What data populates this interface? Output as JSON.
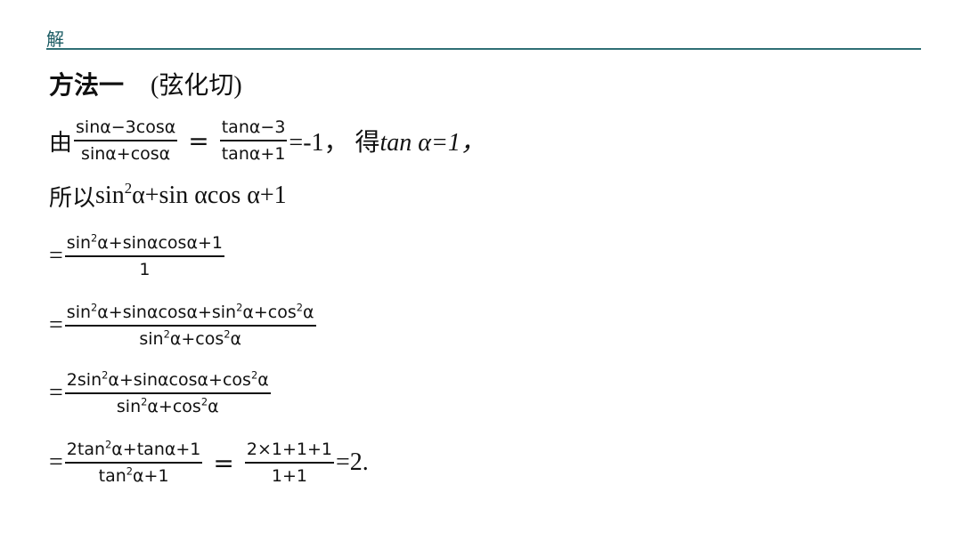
{
  "header": {
    "label": "解"
  },
  "method": {
    "title": "方法一",
    "subtitle": "(弦化切)"
  },
  "line1": {
    "prefix": "由",
    "f1_num": "sinα−3cosα",
    "f1_den": "sinα+cosα",
    "eq": "=",
    "f2_num": "tanα−3",
    "f2_den": "tanα+1",
    "tail_a": "=-1， 得",
    "tail_b": "tan α=1，"
  },
  "line2": {
    "prefix": "所以",
    "expr": "sin²α+sin αcos α+1"
  },
  "step1": {
    "eq": "=",
    "num": "sin²α+sinαcosα+1",
    "den": "1"
  },
  "step2": {
    "eq": "=",
    "num": "sin²α+sinαcosα+sin²α+cos²α",
    "den": "sin²α+cos²α"
  },
  "step3": {
    "eq": "=",
    "num": "2sin²α+sinαcosα+cos²α",
    "den": "sin²α+cos²α"
  },
  "step4": {
    "eq": "=",
    "num": "2tan²α+tanα+1",
    "den": "tan²α+1",
    "eq2": "=",
    "num2": "2×1+1+1",
    "den2": "1+1",
    "result": "=2."
  }
}
